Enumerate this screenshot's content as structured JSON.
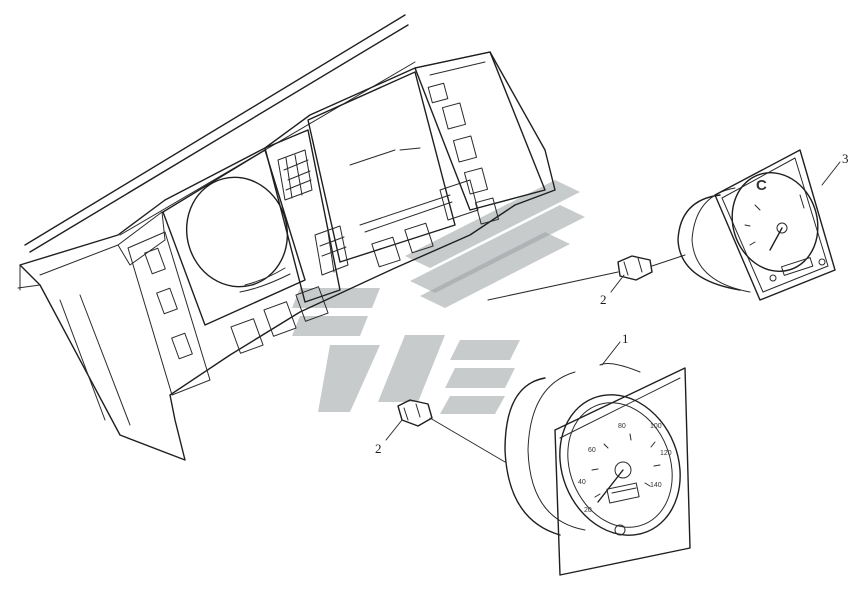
{
  "callouts": [
    {
      "id": "1",
      "label": "1"
    },
    {
      "id": "2a",
      "label": "2"
    },
    {
      "id": "2b",
      "label": "2"
    },
    {
      "id": "3",
      "label": "3"
    }
  ],
  "speedometer": {
    "dial_numbers": [
      "20",
      "40",
      "60",
      "80",
      "100",
      "120",
      "140"
    ]
  },
  "temp_gauge": {
    "label": "C"
  },
  "colors": {
    "line": "#1f1f1f",
    "watermark": "#9aa0a3"
  }
}
